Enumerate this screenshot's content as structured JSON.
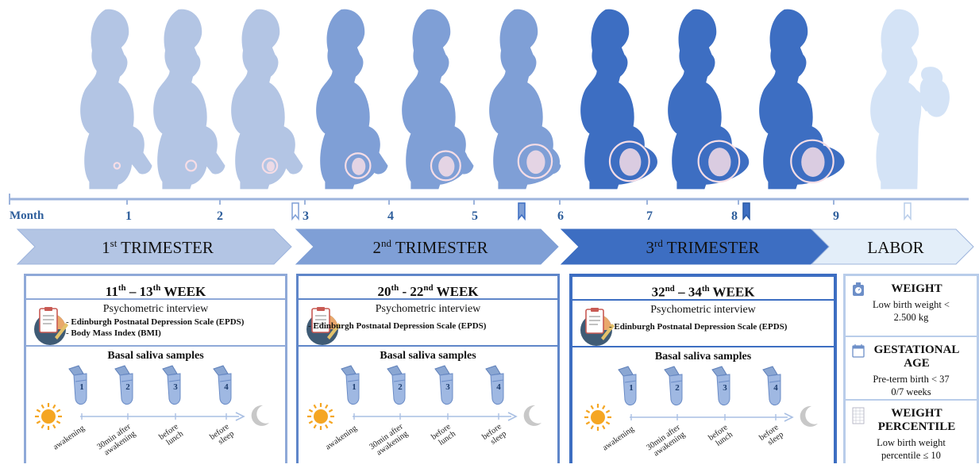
{
  "timeline": {
    "month_label": "Month",
    "months": [
      "1",
      "2",
      "3",
      "4",
      "5",
      "6",
      "7",
      "8",
      "9"
    ]
  },
  "trimesters": [
    {
      "base": "1",
      "sup": "st",
      "rest": " TRIMESTER",
      "color": "#b3c5e4"
    },
    {
      "base": "2",
      "sup": "nd",
      "rest": " TRIMESTER",
      "color": "#7f9fd6"
    },
    {
      "base": "3",
      "sup": "rd",
      "rest": " TRIMESTER",
      "color": "#3d6ec2"
    },
    {
      "base": "",
      "sup": "",
      "rest": "LABOR",
      "color": "#e3eef9"
    }
  ],
  "panels": [
    {
      "week_a": "11",
      "sup_a": "th",
      "dash": " – ",
      "week_b": "13",
      "sup_b": "th",
      "week_word": " WEEK",
      "interview": "Psychometric interview",
      "bullets": [
        "Edinburgh Postnatal Depression Scale (EPDS)",
        "Body Mass Index (BMI)"
      ],
      "border": "#8fa9d8"
    },
    {
      "week_a": "20",
      "sup_a": "th",
      "dash": " - ",
      "week_b": "22",
      "sup_b": "nd",
      "week_word": " WEEK",
      "interview": "Psychometric interview",
      "bullets": [
        "Edinburgh Postnatal Depression Scale (EPDS)"
      ],
      "border": "#5f86c9"
    },
    {
      "week_a": "32",
      "sup_a": "nd",
      "dash": " – ",
      "week_b": "34",
      "sup_b": "th",
      "week_word": " WEEK",
      "interview": "Psychometric interview",
      "bullets": [
        "Edinburgh Postnatal Depression Scale (EPDS)"
      ],
      "border": "#3d6ec2"
    }
  ],
  "saliva": {
    "title": "Basal saliva samples",
    "tubes": [
      "1",
      "2",
      "3",
      "4"
    ],
    "times": [
      [
        "awakening"
      ],
      [
        "30min after",
        "awakening"
      ],
      [
        "before",
        "lunch"
      ],
      [
        "before",
        "sleep"
      ]
    ]
  },
  "labor": {
    "items": [
      {
        "icon": "scale-icon",
        "title_lines": [
          "WEIGHT"
        ],
        "text_lines": [
          "Low birth weight <",
          "2.500 kg"
        ]
      },
      {
        "icon": "calendar-icon",
        "title_lines": [
          "GESTATIONAL",
          "AGE"
        ],
        "text_lines": [
          "Pre-term birth < 37",
          "0/7 weeks"
        ]
      },
      {
        "icon": "growth-chart-icon",
        "title_lines": [
          "WEIGHT",
          "PERCENTILE"
        ],
        "text_lines": [
          "Low birth weight",
          "percentile ≤ 10"
        ]
      }
    ]
  },
  "colors": {
    "axis": "#9db4dc",
    "month_text": "#2f5f9c",
    "stage1": "#b3c5e4",
    "stage2": "#7f9fd6",
    "stage3": "#3d6ec2",
    "labor": "#d4e3f6",
    "fetus": "#f6dde6",
    "sun": "#f5a623",
    "moon": "#c8c8c8"
  }
}
